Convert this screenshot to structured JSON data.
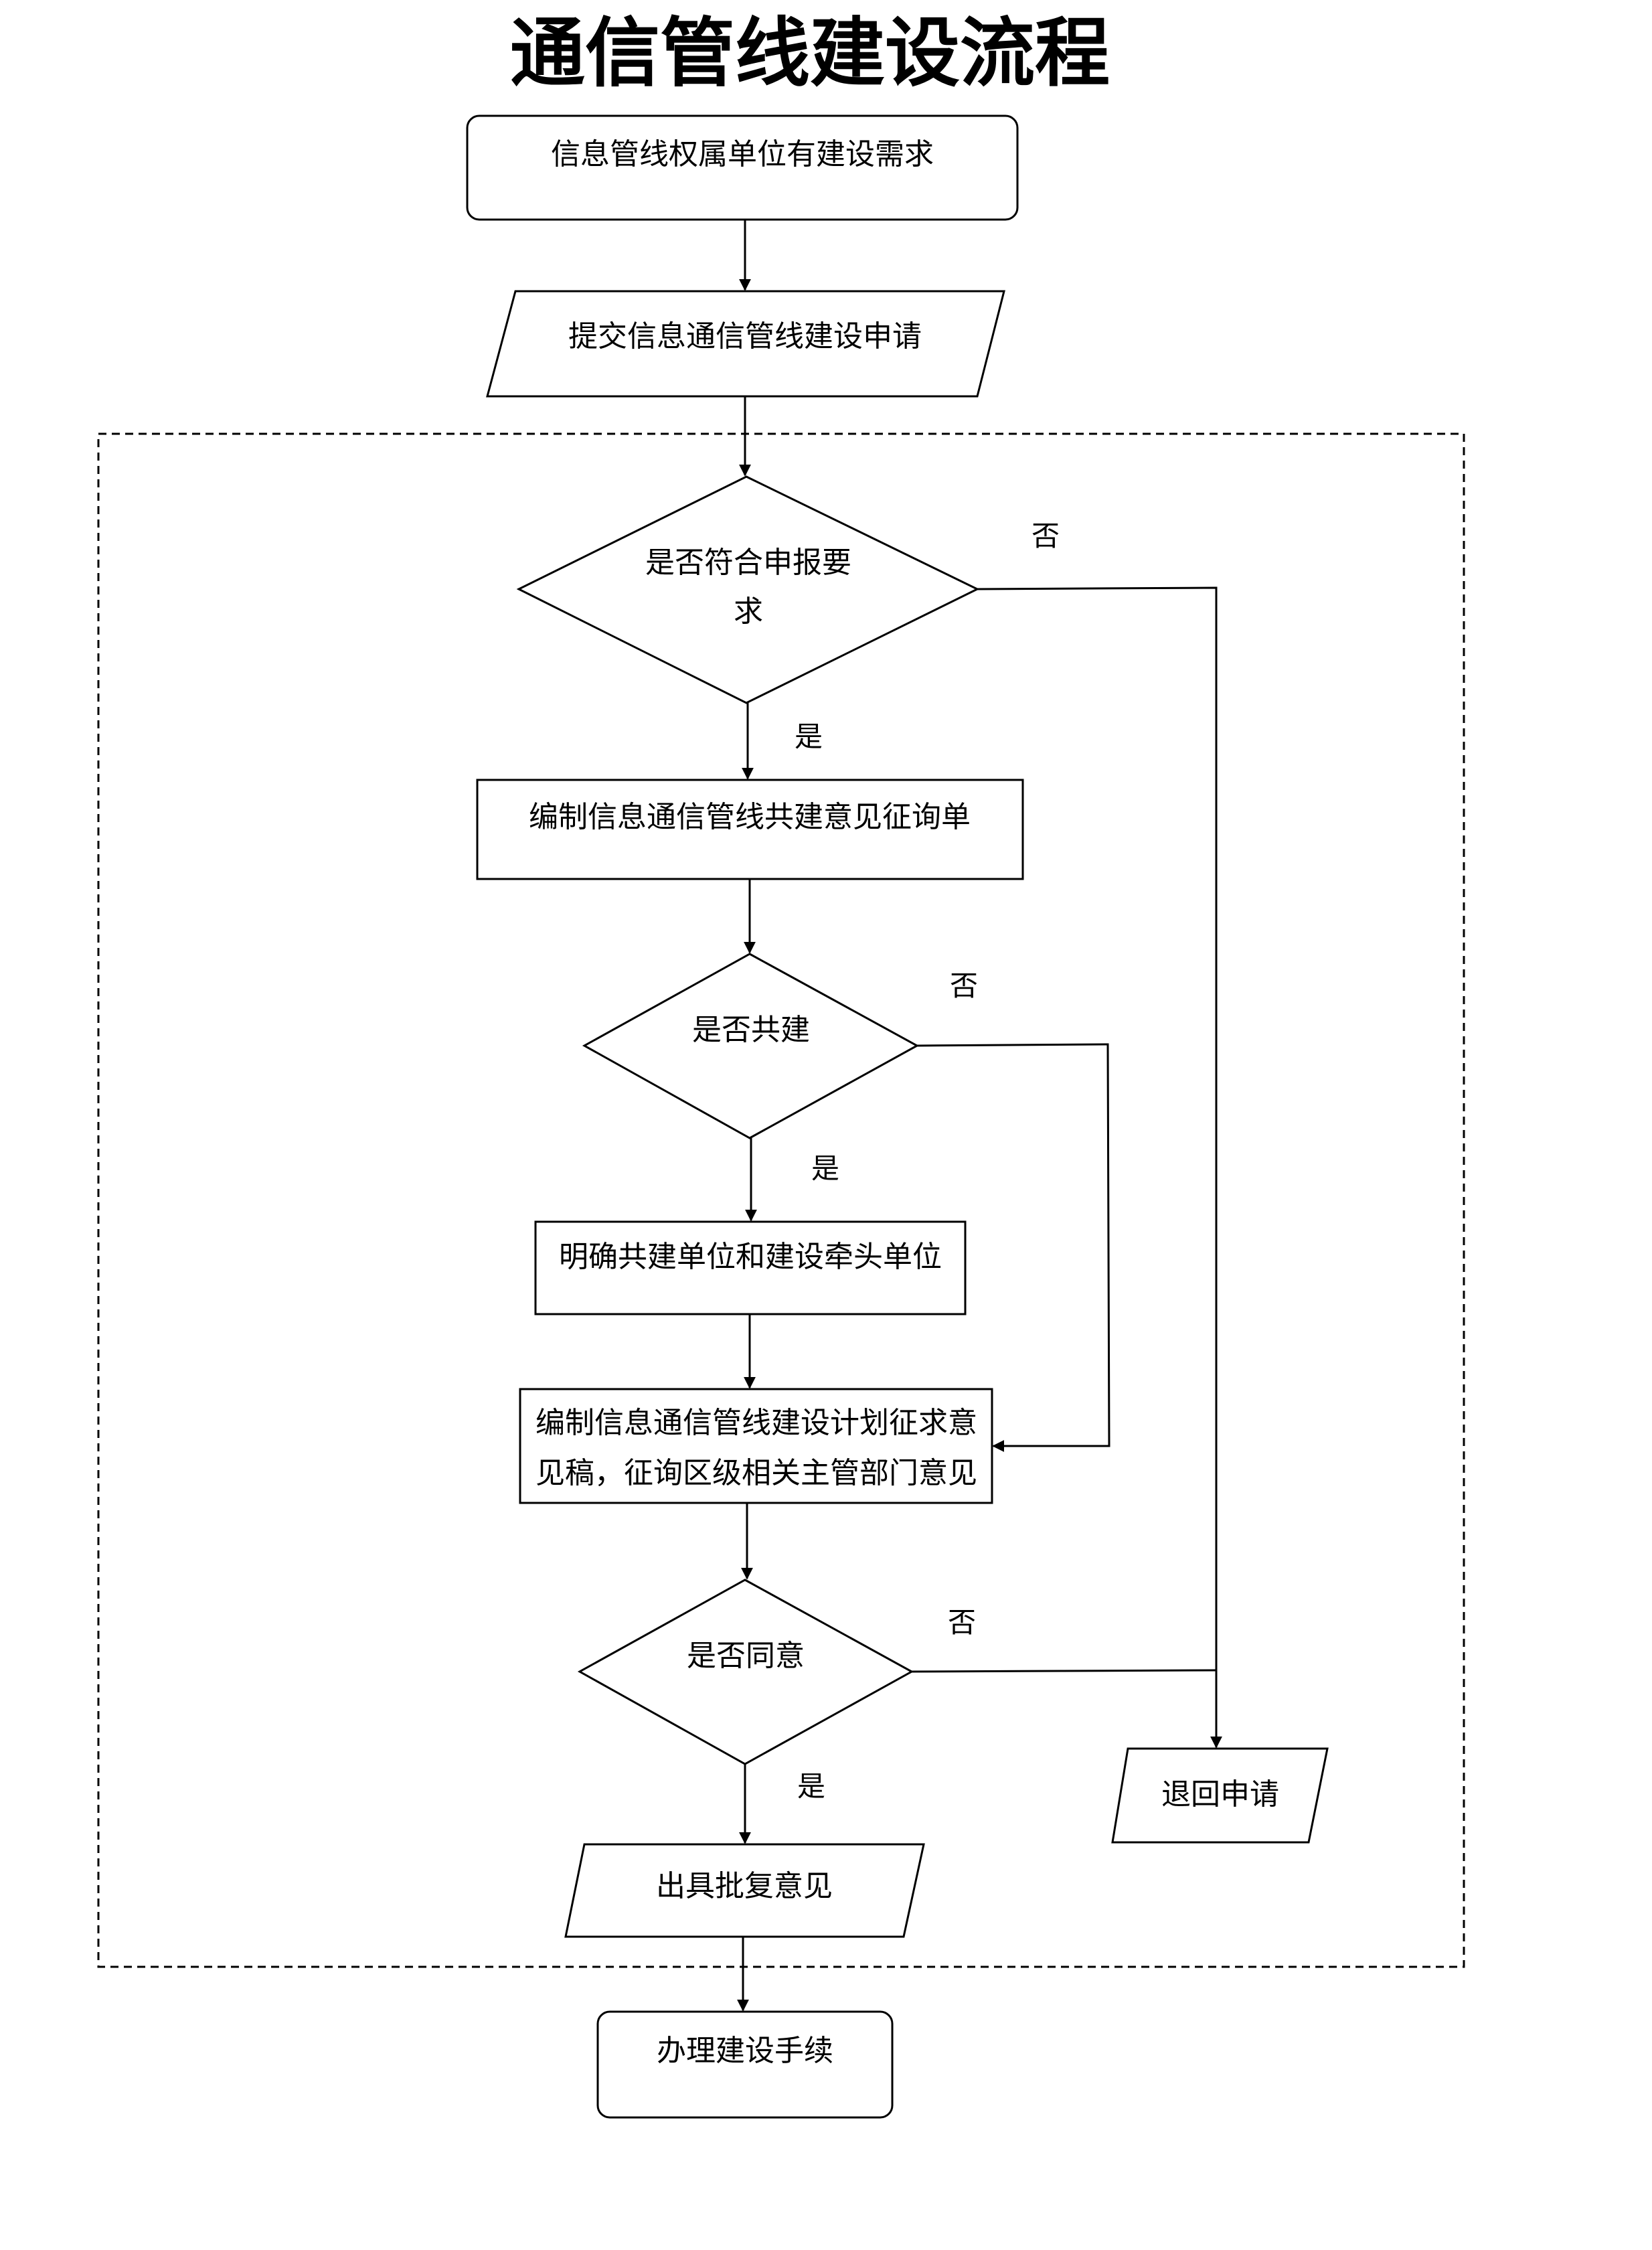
{
  "title": "通信管线建设流程",
  "nodes": {
    "demand": "信息管线权属单位有建设需求",
    "submit": "提交信息通信管线建设申请",
    "check_requirement": [
      "是否符合申报要",
      "求"
    ],
    "compile_form": "编制信息通信管线共建意见征询单",
    "check_cobuild": "是否共建",
    "confirm_units": "明确共建单位和建设牵头单位",
    "compile_plan": [
      "编制信息通信管线建设计划征求意",
      "见稿，征询区级相关主管部门意见"
    ],
    "check_agree": "是否同意",
    "issue_opinion": "出具批复意见",
    "return_application": "退回申请",
    "handle_procedures": "办理建设手续"
  },
  "labels": {
    "yes_1": "是",
    "no_1": "否",
    "yes_2": "是",
    "no_2": "否",
    "yes_3": "是",
    "no_3": "否"
  }
}
